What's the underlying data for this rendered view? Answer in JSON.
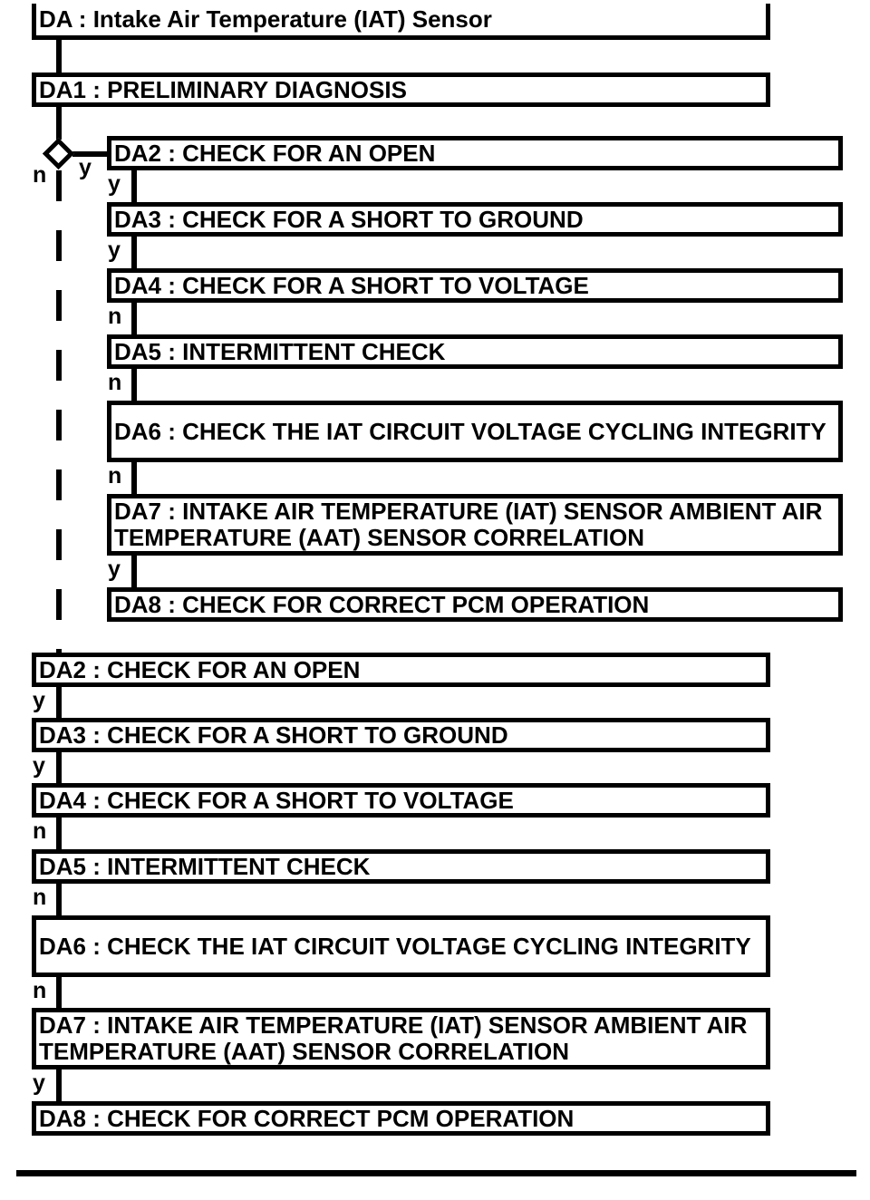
{
  "page": {
    "background": "#ffffff",
    "line_color": "#000000"
  },
  "flow": {
    "root": {
      "id": "DA",
      "label": "DA : Intake Air Temperature (IAT) Sensor"
    },
    "preliminary": {
      "id": "DA1",
      "label": "DA1 : PRELIMINARY DIAGNOSIS"
    },
    "decision": {
      "yes_label": "y",
      "no_label": "n"
    },
    "right_branch": [
      {
        "id": "DA2",
        "label": "DA2 : CHECK FOR AN OPEN",
        "out_label": "y"
      },
      {
        "id": "DA3",
        "label": "DA3 : CHECK FOR A SHORT TO GROUND",
        "out_label": "y"
      },
      {
        "id": "DA4",
        "label": "DA4 : CHECK FOR A SHORT TO VOLTAGE",
        "out_label": "n"
      },
      {
        "id": "DA5",
        "label": "DA5 : INTERMITTENT CHECK",
        "out_label": "n"
      },
      {
        "id": "DA6",
        "label": "DA6 : CHECK THE IAT CIRCUIT VOLTAGE CYCLING INTEGRITY",
        "out_label": "n"
      },
      {
        "id": "DA7",
        "label": "DA7 : INTAKE AIR TEMPERATURE (IAT) SENSOR AMBIENT AIR TEMPERATURE (AAT) SENSOR CORRELATION",
        "out_label": "y"
      },
      {
        "id": "DA8",
        "label": "DA8 : CHECK FOR CORRECT PCM OPERATION",
        "out_label": ""
      }
    ],
    "main_branch": [
      {
        "id": "DA2",
        "label": "DA2 : CHECK FOR AN OPEN",
        "out_label": "y"
      },
      {
        "id": "DA3",
        "label": "DA3 : CHECK FOR A SHORT TO GROUND",
        "out_label": "y"
      },
      {
        "id": "DA4",
        "label": "DA4 : CHECK FOR A SHORT TO VOLTAGE",
        "out_label": "n"
      },
      {
        "id": "DA5",
        "label": "DA5 : INTERMITTENT CHECK",
        "out_label": "n"
      },
      {
        "id": "DA6",
        "label": "DA6 : CHECK THE IAT CIRCUIT VOLTAGE CYCLING INTEGRITY",
        "out_label": "n"
      },
      {
        "id": "DA7",
        "label": "DA7 : INTAKE AIR TEMPERATURE (IAT) SENSOR AMBIENT AIR TEMPERATURE (AAT) SENSOR CORRELATION",
        "out_label": "y"
      },
      {
        "id": "DA8",
        "label": "DA8 : CHECK FOR CORRECT PCM OPERATION",
        "out_label": ""
      }
    ]
  }
}
